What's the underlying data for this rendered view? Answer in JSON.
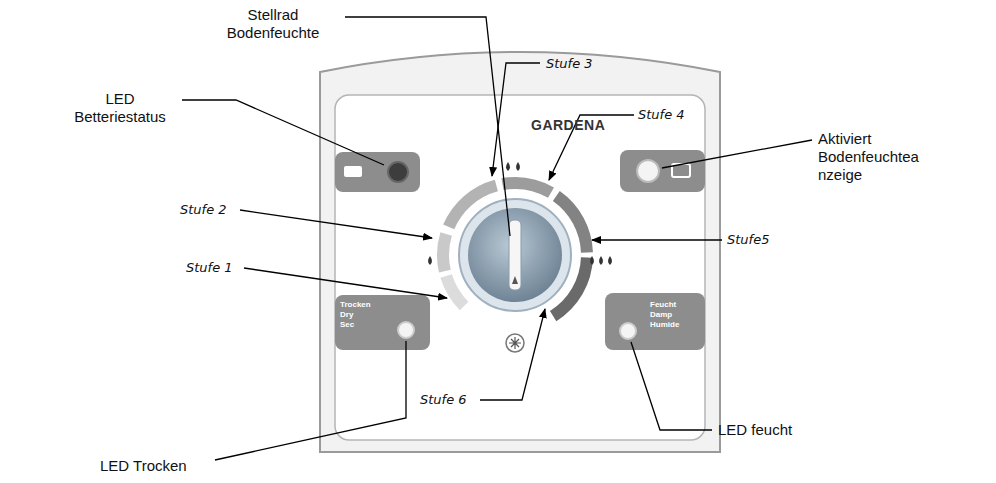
{
  "diagram": {
    "labels": [
      "Stellrad Bodenfeuchte",
      "Stufe 3",
      "LED Betteriestatus",
      "Stufe 4",
      "Aktiviert Bodenfeuchtea nzeige",
      "Stufe 2",
      "Stufe 1",
      "Stufe5",
      "Stufe 6",
      "LED feucht",
      "LED Trocken",
      "GARDENA",
      "Trocken",
      "Dry",
      "Sec",
      "Feucht",
      "Damp",
      "Humide"
    ]
  }
}
